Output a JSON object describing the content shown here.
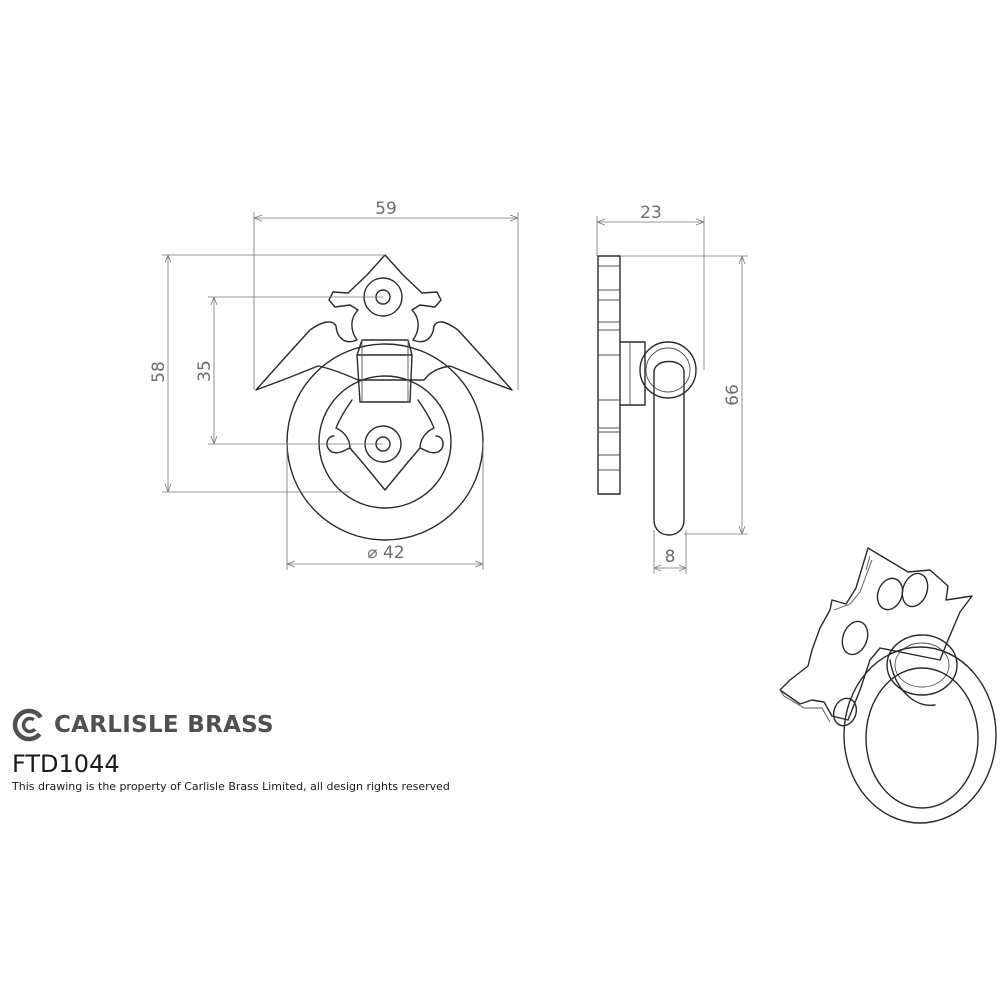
{
  "brand": {
    "name": "CARLISLE BRASS",
    "logo_icon": "carlisle-brass-logo-icon",
    "color": "#505050"
  },
  "product_code": "FTD1044",
  "notice": "This drawing is the property of Carlisle Brass Limited, all design rights reserved",
  "dimensions": {
    "front_width": "59",
    "front_height": "58",
    "hole_centres": "35",
    "ring_diameter": "⌀ 42",
    "side_depth": "23",
    "side_height": "66",
    "ring_thickness": "8"
  },
  "colors": {
    "line": "#2a2a2a",
    "dimension": "#777777",
    "text": "#1a1a1a"
  }
}
